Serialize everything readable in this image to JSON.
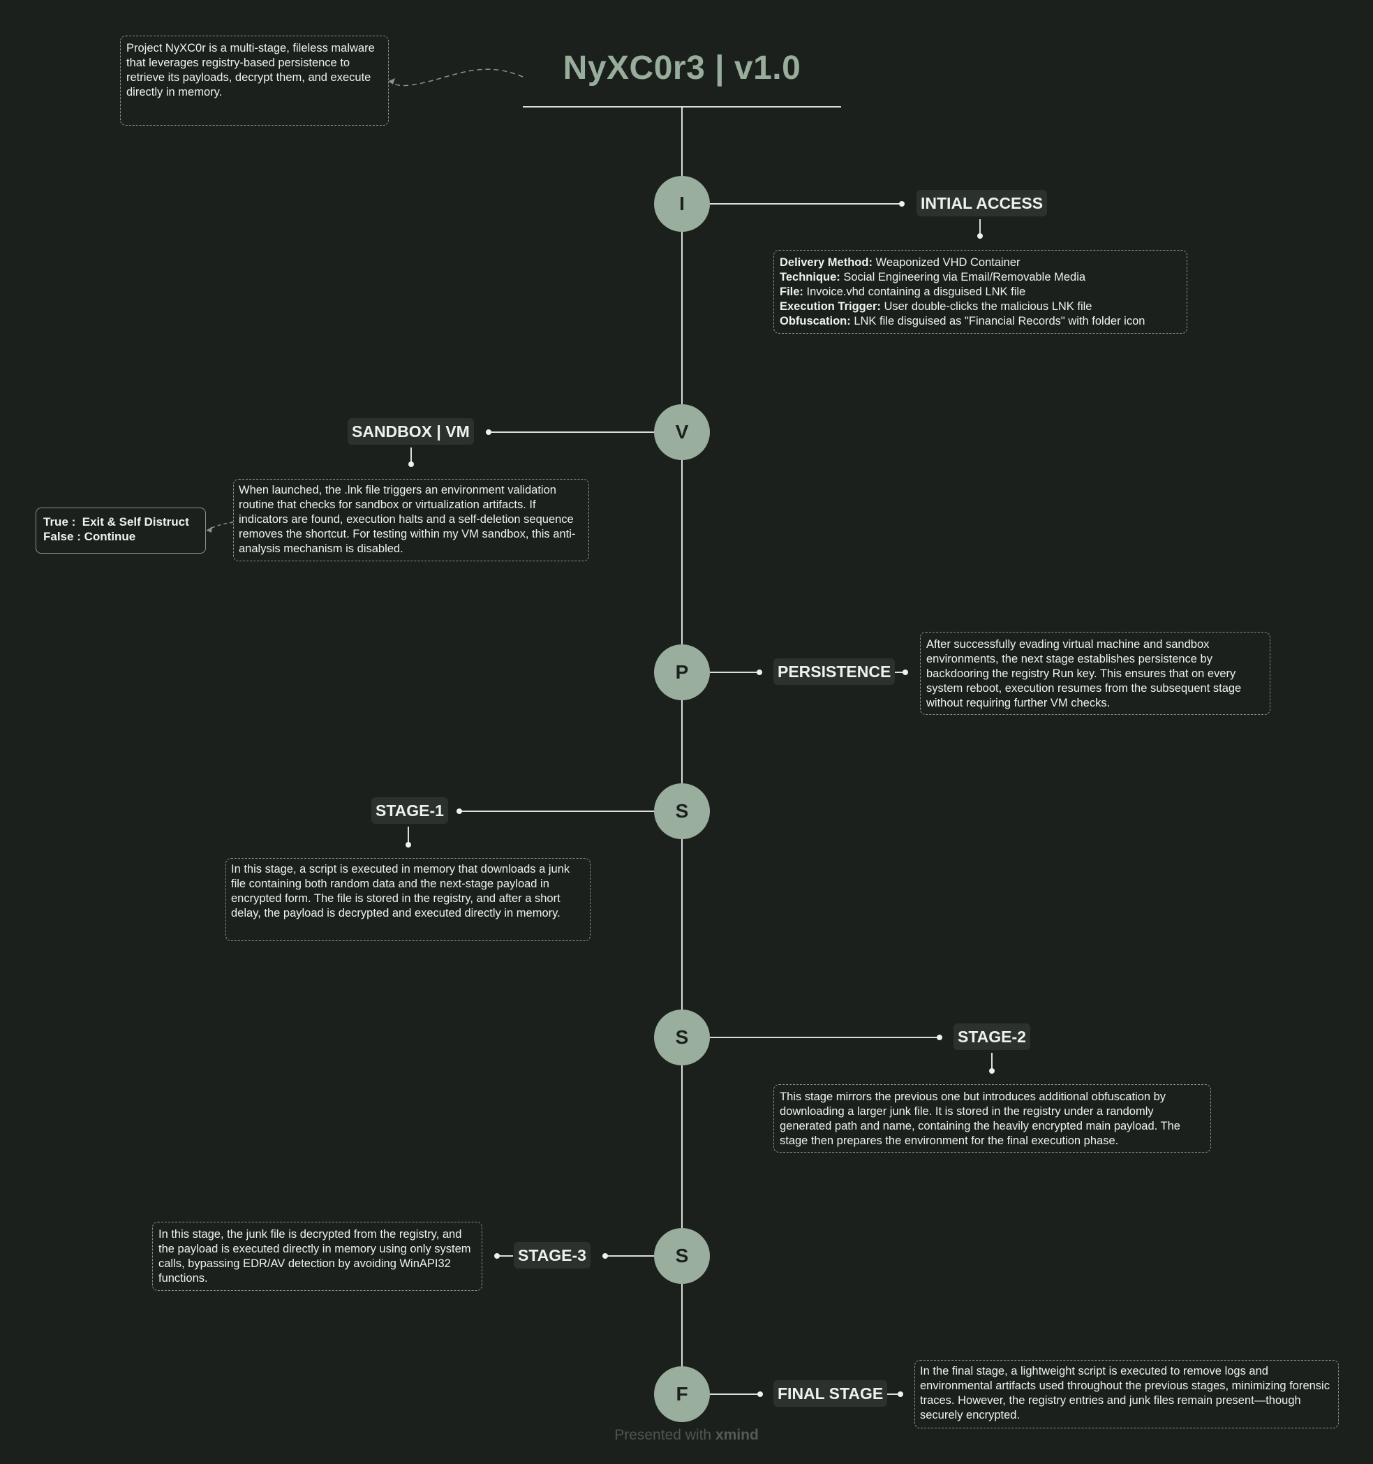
{
  "title": "NyXC0r3 | v1.0",
  "intro": "Project NyXC0r is a multi-stage, fileless malware that leverages registry-based persistence to retrieve its payloads, decrypt them, and execute directly in memory.",
  "nodes": [
    {
      "letter": "I",
      "label": "INTIAL ACCESS"
    },
    {
      "letter": "V",
      "label": "SANDBOX | VM"
    },
    {
      "letter": "P",
      "label": "PERSISTENCE"
    },
    {
      "letter": "S",
      "label": "STAGE-1"
    },
    {
      "letter": "S",
      "label": "STAGE-2"
    },
    {
      "letter": "S",
      "label": "STAGE-3"
    },
    {
      "letter": "F",
      "label": "FINAL STAGE"
    }
  ],
  "initial_access": [
    {
      "key": "Delivery Method:",
      "value": "Weaponized VHD Container"
    },
    {
      "key": "Technique:",
      "value": "Social Engineering via Email/Removable Media"
    },
    {
      "key": "File:",
      "value": "Invoice.vhd containing a disguised LNK file"
    },
    {
      "key": "Execution Trigger:",
      "value": "User double-clicks the malicious LNK file"
    },
    {
      "key": "Obfuscation:",
      "value": "LNK file disguised as \"Financial Records\" with folder icon"
    }
  ],
  "sandbox_text": "When launched, the .lnk file triggers an environment validation routine that checks for sandbox or virtualization artifacts. If indicators are found, execution halts and a self-deletion sequence removes the shortcut. For testing within my VM sandbox, this anti-analysis mechanism is disabled.",
  "sandbox_result": {
    "true_line": "True :  Exit & Self Distruct",
    "false_line": "False : Continue"
  },
  "persistence_text": "After successfully evading virtual machine and sandbox environments, the next stage establishes persistence by backdooring the registry Run key. This ensures that on every system reboot, execution resumes from the subsequent stage without requiring further VM checks.",
  "stage1_text": "In this stage, a script is executed in memory that downloads a junk file containing both random data and the next-stage payload in encrypted form. The file is stored in the registry, and after a short delay, the payload is decrypted and executed directly in memory.",
  "stage2_text": "This stage mirrors the previous one but introduces additional obfuscation by downloading a larger junk file. It is stored in the registry under a randomly generated path and name, containing the heavily encrypted main payload. The stage then prepares the environment for the final execution phase.",
  "stage3_text": "In this stage, the junk file is decrypted from the registry, and the payload is executed directly in memory using only system calls, bypassing EDR/AV detection by avoiding WinAPI32 functions.",
  "final_text": "In the final stage, a lightweight script is executed to remove logs and environmental artifacts used throughout the previous stages, minimizing forensic traces. However, the registry entries and junk files remain present—though securely encrypted.",
  "footer": {
    "prefix": "Presented with ",
    "brand": "xmind"
  },
  "colors": {
    "background": "#1b201d",
    "node": "#9aae9d",
    "title": "#98ad9c",
    "pill": "#2b322e",
    "line": "#d9dfda"
  }
}
